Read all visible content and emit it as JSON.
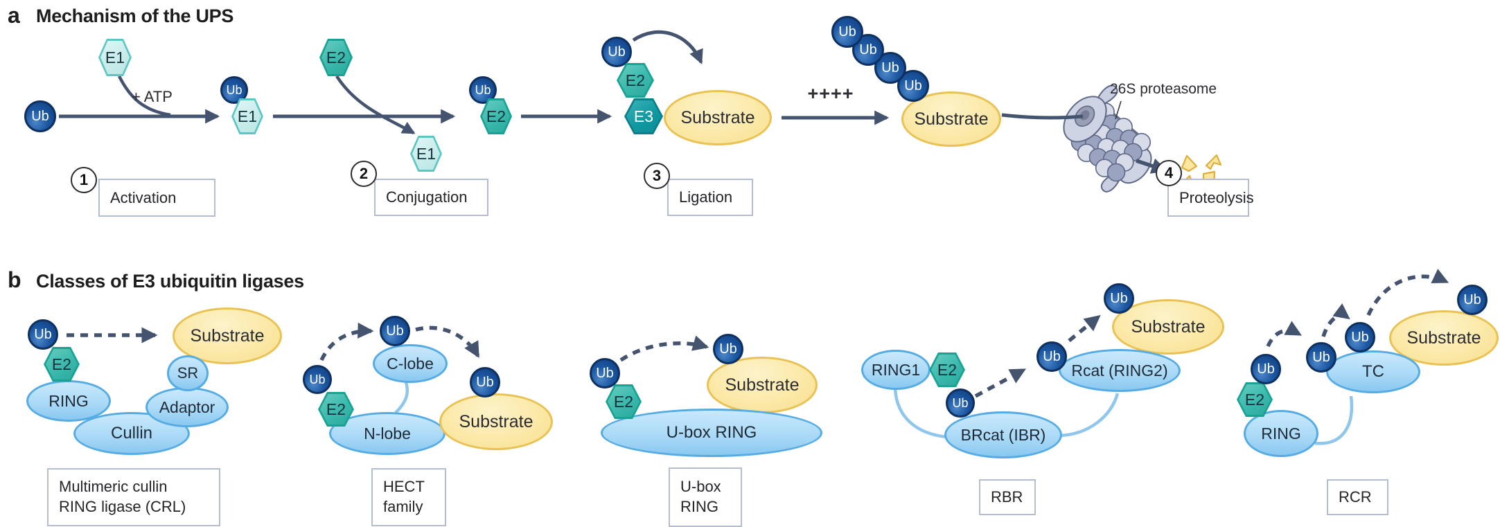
{
  "panel_a": {
    "letter": "a",
    "title": "Mechanism of the UPS",
    "atp_label": "+ ATP",
    "polyubiquitin_label": "++++",
    "proteasome_label": "26S proteasome",
    "steps": [
      {
        "number": "1",
        "label": "Activation"
      },
      {
        "number": "2",
        "label": "Conjugation"
      },
      {
        "number": "3",
        "label": "Ligation"
      },
      {
        "number": "4",
        "label": "Proteolysis"
      }
    ]
  },
  "panel_b": {
    "letter": "b",
    "title": "Classes of E3 ubiquitin ligases",
    "classes": [
      {
        "id": "crl",
        "label_lines": [
          "Multimeric cullin",
          "RING ligase (CRL)"
        ],
        "domains": {
          "ring": "RING",
          "cullin": "Cullin",
          "adaptor": "Adaptor",
          "sr": "SR"
        }
      },
      {
        "id": "hect",
        "label_lines": [
          "HECT",
          "family"
        ],
        "domains": {
          "c_lobe": "C-lobe",
          "n_lobe": "N-lobe"
        }
      },
      {
        "id": "ubox",
        "label_lines": [
          "U-box",
          "RING"
        ],
        "domains": {
          "ubox_ring": "U-box RING"
        }
      },
      {
        "id": "rbr",
        "label_lines": [
          "RBR"
        ],
        "domains": {
          "ring1": "RING1",
          "brcat": "BRcat (IBR)",
          "rcat": "Rcat (RING2)"
        }
      },
      {
        "id": "rcr",
        "label_lines": [
          "RCR"
        ],
        "domains": {
          "ring": "RING",
          "tc": "TC"
        }
      }
    ]
  },
  "molecules": {
    "ub": "Ub",
    "e1": "E1",
    "e2": "E2",
    "e3": "E3",
    "substrate": "Substrate"
  },
  "colors": {
    "arrow": "#44546F",
    "ub_fill": "#1C57A2",
    "ub_border": "#0D3060",
    "e1_fill": "#CDEEEC",
    "e1_border": "#5CC6C2",
    "e2_fill": "#3AB9AC",
    "e2_border": "#17A294",
    "e3_fill": "#1099A1",
    "e3_border": "#0A7F8A",
    "substrate_fill": "#FBE9A8",
    "substrate_border": "#EAC254",
    "domain_fill": "#ABDAF7",
    "domain_border": "#55ACE4",
    "connector": "#8FC7EC",
    "proteasome_fill": "#CED4E4",
    "proteasome_outline": "#5D6886",
    "fragment_fill": "#FBE7A0",
    "fragment_border": "#DFAE39",
    "box_border": "#B4BCCF"
  }
}
